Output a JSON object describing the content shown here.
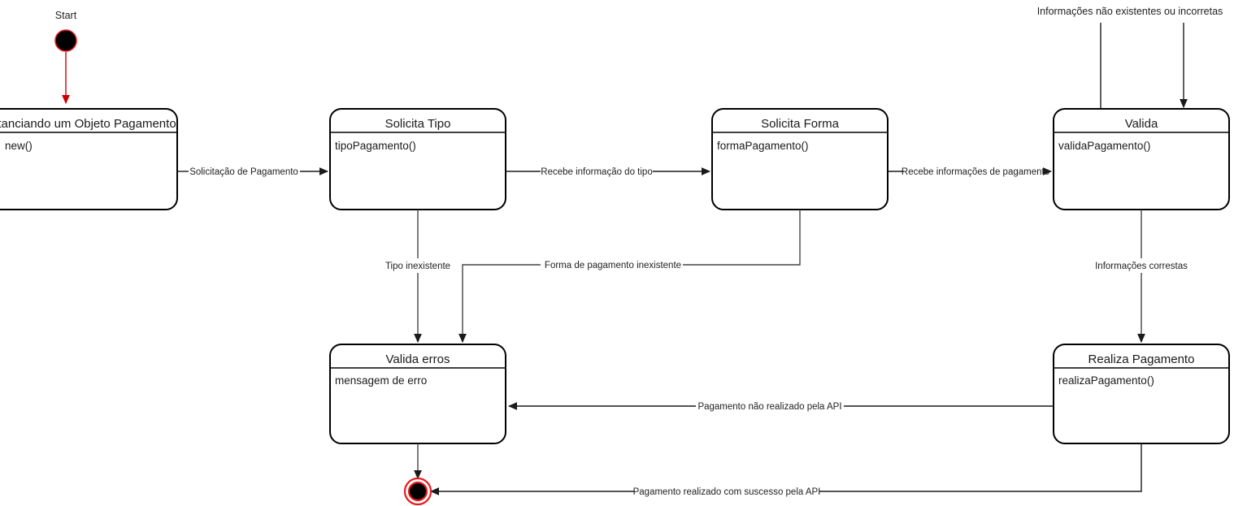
{
  "diagram": {
    "type": "uml-state-diagram",
    "title": "",
    "language": "pt-BR",
    "colors": {
      "node_stroke": "#000000",
      "node_fill": "#ffffff",
      "edge": "#444444",
      "start_accent": "#e8191e",
      "end_accent": "#e8191e",
      "text": "#1a1a1a"
    },
    "start_node": {
      "label": "Start",
      "name": "start-node"
    },
    "end_node": {
      "label": "",
      "name": "end-node"
    },
    "states": [
      {
        "id": "instanciando",
        "title": "Instanciando um Objeto Pagamento",
        "body": "new()"
      },
      {
        "id": "solicita-tipo",
        "title": "Solicita Tipo",
        "body": "tipoPagamento()"
      },
      {
        "id": "solicita-forma",
        "title": "Solicita Forma",
        "body": "formaPagamento()"
      },
      {
        "id": "valida",
        "title": "Valida",
        "body": "validaPagamento()"
      },
      {
        "id": "valida-erros",
        "title": "Valida erros",
        "body": "mensagem de erro"
      },
      {
        "id": "realiza-pagamento",
        "title": "Realiza Pagamento",
        "body": "realizaPagamento()"
      }
    ],
    "transitions": [
      {
        "id": "t-start",
        "from": "start",
        "to": "instanciando",
        "label": ""
      },
      {
        "id": "t-solicitacao",
        "from": "instanciando",
        "to": "solicita-tipo",
        "label": "Solicitação de Pagamento"
      },
      {
        "id": "t-recebe-tipo",
        "from": "solicita-tipo",
        "to": "solicita-forma",
        "label": "Recebe informação do tipo"
      },
      {
        "id": "t-recebe-info-pag",
        "from": "solicita-forma",
        "to": "valida",
        "label": "Recebe informações de pagamento"
      },
      {
        "id": "t-tipo-inexistente",
        "from": "solicita-tipo",
        "to": "valida-erros",
        "label": "Tipo inexistente"
      },
      {
        "id": "t-forma-inexistente",
        "from": "solicita-forma",
        "to": "valida-erros",
        "label": "Forma de pagamento inexistente"
      },
      {
        "id": "t-info-incorretas",
        "from": "valida",
        "to": "valida",
        "label": "Informações  não existentes ou incorretas"
      },
      {
        "id": "t-info-correstas",
        "from": "valida",
        "to": "realiza-pagamento",
        "label": "Informações correstas"
      },
      {
        "id": "t-pagamento-nao-realizado",
        "from": "realiza-pagamento",
        "to": "valida-erros",
        "label": "Pagamento não realizado pela API"
      },
      {
        "id": "t-pagamento-sucesso",
        "from": "realiza-pagamento",
        "to": "end",
        "label": "Pagamento realizado com suscesso pela API"
      },
      {
        "id": "t-erro-fim",
        "from": "valida-erros",
        "to": "end",
        "label": ""
      }
    ]
  }
}
